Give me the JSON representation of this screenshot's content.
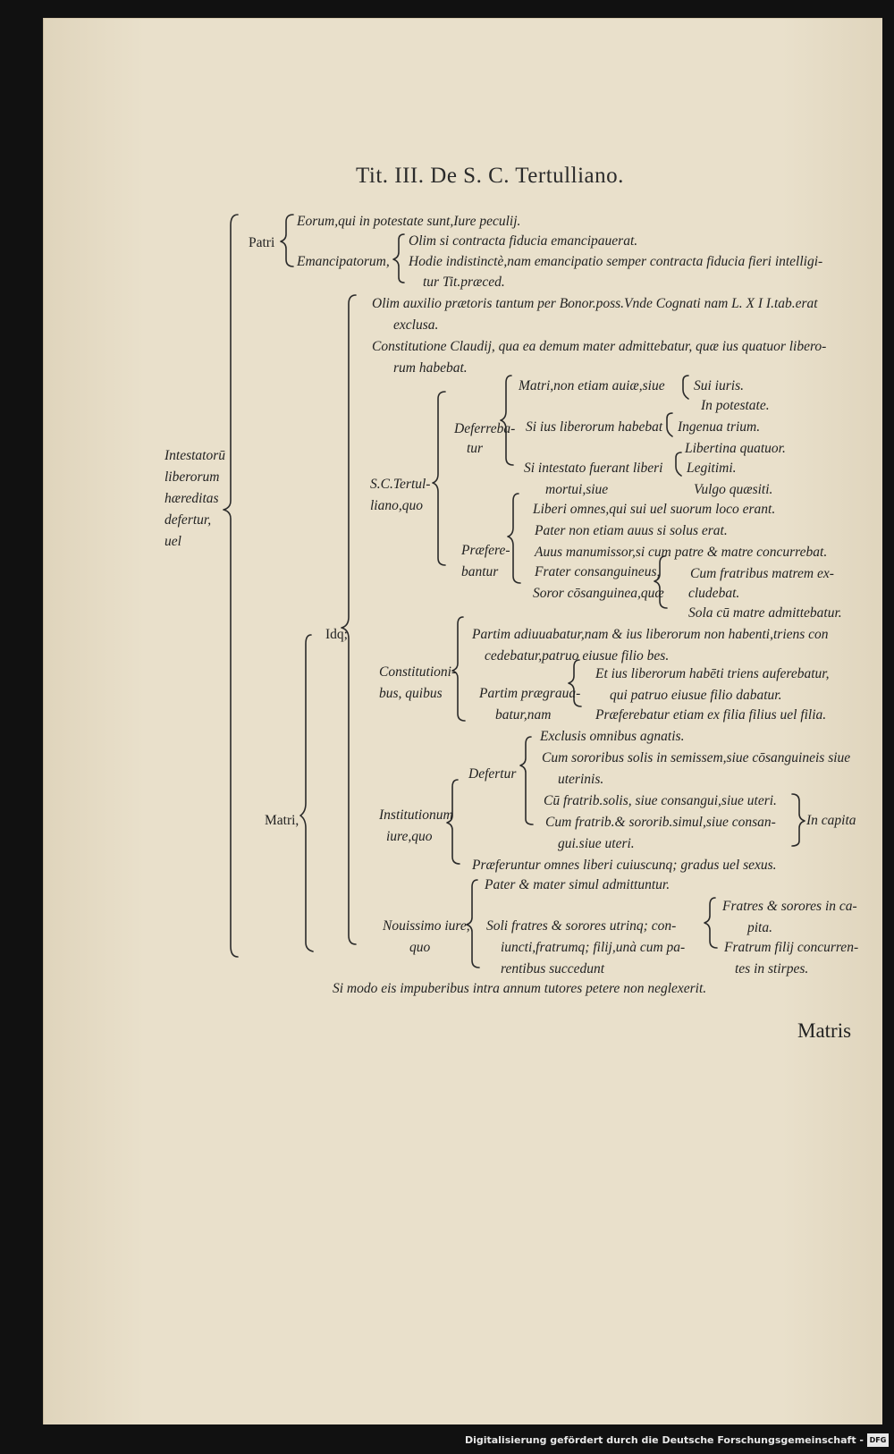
{
  "page": {
    "title": "Tit. III. De S. C. Tertulliano.",
    "catchword": "Matris"
  },
  "footer": {
    "text": "Digitalisierung gefördert durch die Deutsche Forschungsgemeinschaft -",
    "logo": "DFG"
  },
  "tree": {
    "root": [
      "Intestatorū",
      "liberorum",
      "hæreditas",
      "defertur,",
      "uel"
    ],
    "patri": {
      "label": "Patri",
      "eorum": "Eorum,qui in potestate sunt,Iure peculij.",
      "emancipatorum": "Emancipatorum,",
      "olim_fiducia": "Olim si contracta fiducia emancipauerat.",
      "hodie": [
        "Hodie indistinctè,nam emancipatio semper contracta fiducia fieri intelligi-",
        "tur Tit.præced."
      ]
    },
    "matri": {
      "label": "Matri,",
      "idq": "Idq;",
      "olim_auxilio": [
        "Olim auxilio prætoris tantum per Bonor.poss.Vnde Cognati nam L. X I I.tab.erat",
        "exclusa."
      ],
      "constitutione_claudij": [
        "Constitutione Claudij, qua ea demum mater admittebatur, quæ ius quatuor libero-",
        "rum habebat."
      ],
      "sc_tertull": {
        "label": [
          "S.C.Tertul-",
          "liano,quo"
        ],
        "deferebatur": {
          "label": [
            "Deferreba-",
            "tur"
          ],
          "matri_non_etiam": "Matri,non etiam auiæ,siue",
          "sui_iuris": "Sui iuris.",
          "in_potestate": "In potestate.",
          "si_ius": "Si ius liberorum habebat",
          "ingenua": "Ingenua trium.",
          "libertina": "Libertina quatuor.",
          "si_intestato": [
            "Si intestato fuerant liberi",
            "mortui,siue"
          ],
          "legitimi": "Legitimi.",
          "vulgo": "Vulgo quæsiti."
        },
        "praeferebantur": {
          "label": [
            "Præfere-",
            "bantur"
          ],
          "liberi_omnes": "Liberi omnes,qui sui uel suorum loco erant.",
          "pater": "Pater non etiam auus si solus erat.",
          "auus": "Auus manumissor,si cum patre & matre concurrebat.",
          "frater": "Frater consanguineus,",
          "soror": "Soror cōsanguinea,quæ",
          "cum_fratribus": [
            "Cum fratribus matrem ex-",
            "cludebat."
          ],
          "sola": "Sola cū matre admittebatur."
        }
      },
      "constitutionibus": {
        "label": [
          "Constitutioni-",
          "bus, quibus"
        ],
        "partim_adiuuabatur": [
          "Partim adiuuabatur,nam & ius liberorum non habenti,triens con",
          "cedebatur,patruo eiusue filio bes."
        ],
        "partim_praegrauabatur": [
          "Partim prægraua-",
          "batur,nam"
        ],
        "et_ius": [
          "Et ius liberorum habēti triens auferebatur,",
          "qui patruo eiusue filio dabatur."
        ],
        "praeferebatur_etiam": "Præferebatur etiam ex filia filius uel filia."
      },
      "institutionum": {
        "label": [
          "Institutionum",
          "iure,quo"
        ],
        "defertur": "Defertur",
        "exclusis": "Exclusis omnibus agnatis.",
        "cum_sororibus": [
          "Cum sororibus solis in semissem,siue cōsanguineis siue",
          "uterinis."
        ],
        "cu_fratrib": "Cū fratrib.solis, siue consangui,siue uteri.",
        "cum_fratrib_sororib": [
          "Cum fratrib.& sororib.simul,siue consan-",
          "gui.siue uteri."
        ],
        "in_capita": "In capita",
        "praeferuntur": "Præferuntur omnes liberi cuiuscunq; gradus uel sexus."
      },
      "nouissimo": {
        "label": [
          "Nouissimo iure,",
          "quo"
        ],
        "pater_mater": "Pater & mater simul admittuntur.",
        "soli_fratres": [
          "Soli fratres & sorores utrinq; con-",
          "iuncti,fratrumq; filij,unà cum pa-",
          "rentibus succedunt"
        ],
        "fratres_sorores": [
          "Fratres & sorores in ca-",
          "pita."
        ],
        "fratrum_filij": [
          "Fratrum filij concurren-",
          "tes in stirpes."
        ]
      },
      "si_modo": "Si modo eis impuberibus intra annum tutores petere non neglexerit."
    }
  }
}
